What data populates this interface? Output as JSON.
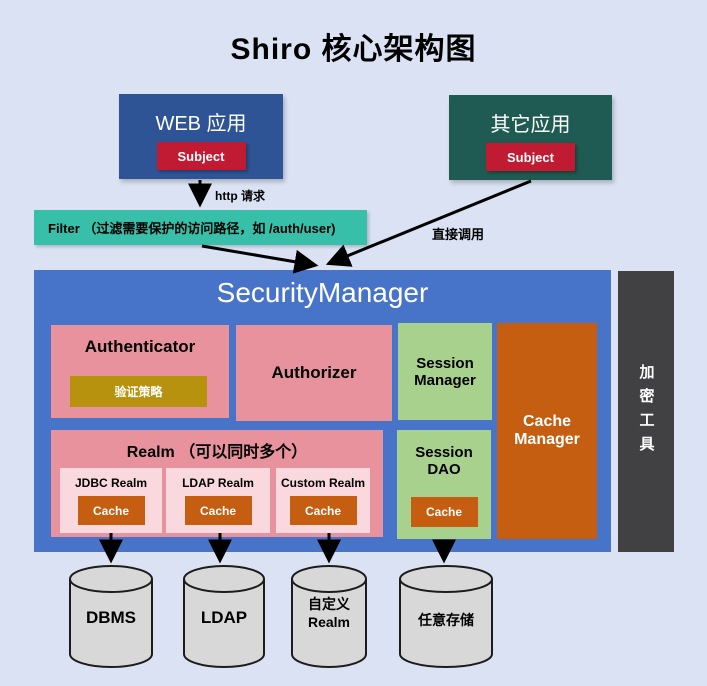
{
  "title": "Shiro 核心架构图",
  "web_app": {
    "label": "WEB 应用",
    "subject_label": "Subject"
  },
  "other_app": {
    "label": "其它应用",
    "subject_label": "Subject"
  },
  "flow_labels": {
    "http_request": "http 请求",
    "direct_call": "直接调用"
  },
  "filter": {
    "label": "Filter （过滤需要保护的访问路径，如 /auth/user)"
  },
  "security_manager": {
    "title": "SecurityManager",
    "authenticator": {
      "label": "Authenticator",
      "strategy_label": "验证策略"
    },
    "authorizer": {
      "label": "Authorizer"
    },
    "session_manager": {
      "label": "Session Manager"
    },
    "cache_manager": {
      "label": "Cache Manager"
    },
    "realm": {
      "label": "Realm （可以同时多个）",
      "items": [
        {
          "name": "JDBC Realm",
          "cache_label": "Cache"
        },
        {
          "name": "LDAP Realm",
          "cache_label": "Cache"
        },
        {
          "name": "Custom Realm",
          "cache_label": "Cache"
        }
      ]
    },
    "session_dao": {
      "label": "Session DAO",
      "cache_label": "Cache"
    }
  },
  "crypto_tool": {
    "label": "加密工具"
  },
  "datastores": [
    {
      "label": "DBMS"
    },
    {
      "label": "LDAP"
    },
    {
      "label": "自定义\nRealm"
    },
    {
      "label": "任意存储"
    }
  ],
  "colors": {
    "background": "#dae2f3",
    "web_app_blue": "#2e5496",
    "other_app_teal": "#1f5b52",
    "subject_red": "#c11b33",
    "filter_teal": "#38bfa9",
    "security_manager_blue": "#4773c8",
    "component_pink": "#e8929e",
    "realm_item_pink": "#f9d9de",
    "strategy_gold": "#b6920e",
    "session_green": "#a9d18e",
    "cache_orange": "#c55e11",
    "crypto_gray": "#414143",
    "datastore_gray": "#d8d8d8"
  }
}
